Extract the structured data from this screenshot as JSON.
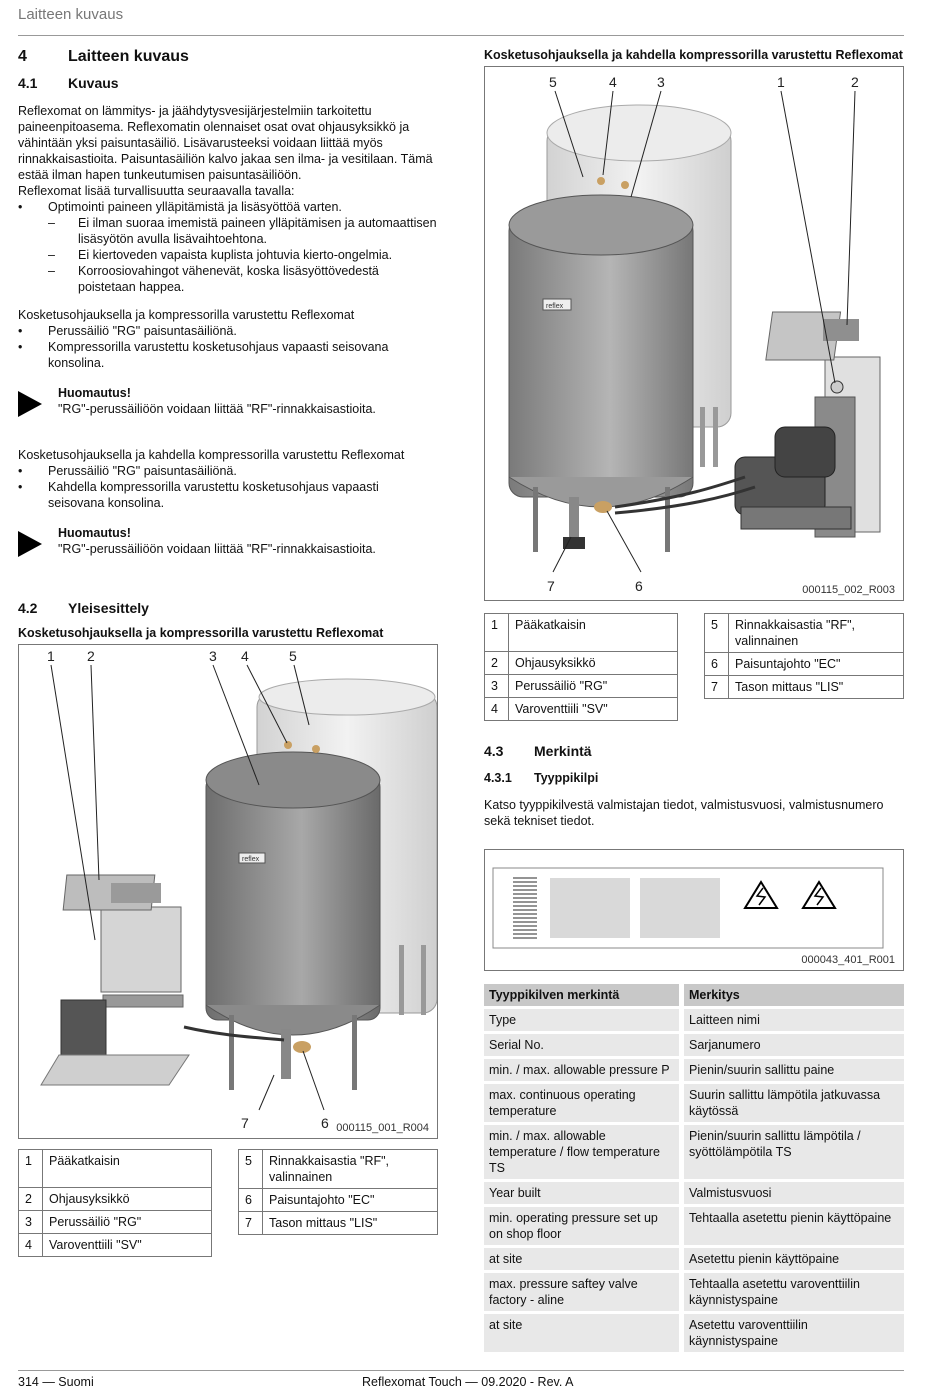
{
  "header": {
    "title": "Laitteen kuvaus"
  },
  "section4": {
    "number": "4",
    "title": "Laitteen kuvaus"
  },
  "section41": {
    "number": "4.1",
    "title": "Kuvaus",
    "para1": "Reflexomat on lämmitys- ja jäähdytysvesijärjestelmiin tarkoitettu paineenpitoasema. Reflexomatin olennaiset osat ovat ohjausyksikkö ja vähintään yksi paisuntasäiliö. Lisävarusteeksi voidaan liittää myös rinnakkaisastioita. Paisuntasäiliön kalvo jakaa sen ilma- ja vesitilaan. Tämä estää ilman hapen tunkeutumisen paisuntasäiliöön.",
    "para2": "Reflexomat lisää turvallisuutta seuraavalla tavalla:",
    "bullet1": "Optimointi paineen ylläpitämistä ja lisäsyöttöä varten.",
    "dashes": [
      "Ei ilman suoraa imemistä paineen ylläpitämisen ja automaattisen lisäsyötön avulla lisävaihtoehtona.",
      "Ei kiertoveden vapaista kuplista johtuvia kierto-ongelmia.",
      "Korroosiovahingot vähenevät, koska lisäsyöttövedestä poistetaan happea."
    ],
    "variant1_title": "Kosketusohjauksella ja kompressorilla varustettu Reflexomat",
    "variant1_bullets": [
      "Perussäiliö \"RG\" paisuntasäiliönä.",
      "Kompressorilla varustettu kosketusohjaus vapaasti seisovana konsolina."
    ],
    "note1_title": "Huomautus!",
    "note1_text": "\"RG\"-perussäiliöön voidaan liittää \"RF\"-rinnakkaisastioita.",
    "variant2_title": "Kosketusohjauksella ja kahdella kompressorilla varustettu Reflexomat",
    "variant2_bullets": [
      "Perussäiliö \"RG\" paisuntasäiliönä.",
      "Kahdella kompressorilla varustettu kosketusohjaus vapaasti seisovana konsolina."
    ],
    "note2_title": "Huomautus!",
    "note2_text": "\"RG\"-perussäiliöön voidaan liittää \"RF\"-rinnakkaisastioita."
  },
  "section42": {
    "number": "4.2",
    "title": "Yleisesittely",
    "fig_title": "Kosketusohjauksella ja kompressorilla varustettu Reflexomat",
    "fig_code": "000115_001_R004",
    "callouts": [
      "1",
      "2",
      "3",
      "4",
      "5",
      "7",
      "6"
    ],
    "brand": "reflex",
    "legend_left": [
      {
        "n": "1",
        "label": "Pääkatkaisin"
      },
      {
        "n": "2",
        "label": "Ohjausyksikkö"
      },
      {
        "n": "3",
        "label": "Perussäiliö \"RG\""
      },
      {
        "n": "4",
        "label": "Varoventtiili \"SV\""
      }
    ],
    "legend_right": [
      {
        "n": "5",
        "label": "Rinnakkaisastia \"RF\", valinnainen"
      },
      {
        "n": "6",
        "label": "Paisuntajohto \"EC\""
      },
      {
        "n": "7",
        "label": "Tason mittaus \"LIS\""
      }
    ]
  },
  "figure_right": {
    "title": "Kosketusohjauksella ja kahdella kompressorilla varustettu Reflexomat",
    "code": "000115_002_R003",
    "callouts": [
      "5",
      "4",
      "3",
      "1",
      "2",
      "7",
      "6"
    ],
    "brand": "reflex",
    "legend_left": [
      {
        "n": "1",
        "label": "Pääkatkaisin"
      },
      {
        "n": "2",
        "label": "Ohjausyksikkö"
      },
      {
        "n": "3",
        "label": "Perussäiliö \"RG\""
      },
      {
        "n": "4",
        "label": "Varoventtiili \"SV\""
      }
    ],
    "legend_right": [
      {
        "n": "5",
        "label": "Rinnakkaisastia \"RF\", valinnainen"
      },
      {
        "n": "6",
        "label": "Paisuntajohto \"EC\""
      },
      {
        "n": "7",
        "label": "Tason mittaus \"LIS\""
      }
    ]
  },
  "section43": {
    "number": "4.3",
    "title": "Merkintä"
  },
  "section431": {
    "number": "4.3.1",
    "title": "Tyyppikilpi",
    "text": "Katso tyyppikilvestä valmistajan tiedot, valmistusvuosi, valmistusnumero sekä tekniset tiedot.",
    "fig_code": "000043_401_R001"
  },
  "plate_table": {
    "head": [
      "Tyyppikilven merkintä",
      "Merkitys"
    ],
    "rows": [
      [
        "Type",
        "Laitteen nimi"
      ],
      [
        "Serial No.",
        "Sarjanumero"
      ],
      [
        "min. / max. allowable pressure P",
        "Pienin/suurin sallittu paine"
      ],
      [
        "max. continuous operating temperature",
        "Suurin sallittu lämpötila jatkuvassa käytössä"
      ],
      [
        "min. / max. allowable temperature / flow temperature TS",
        "Pienin/suurin sallittu lämpötila / syöttölämpötila TS"
      ],
      [
        "Year built",
        "Valmistusvuosi"
      ],
      [
        "min. operating pressure set up on shop floor",
        "Tehtaalla asetettu pienin käyttöpaine"
      ],
      [
        "at site",
        "Asetettu pienin käyttöpaine"
      ],
      [
        "max. pressure saftey valve factory - aline",
        "Tehtaalla asetettu varoventtiilin käynnistyspaine"
      ],
      [
        "at site",
        "Asetettu varoventtiilin käynnistyspaine"
      ]
    ]
  },
  "footer": {
    "page": "314 — Suomi",
    "doc": "Reflexomat Touch — 09.2020 - Rev. A"
  }
}
